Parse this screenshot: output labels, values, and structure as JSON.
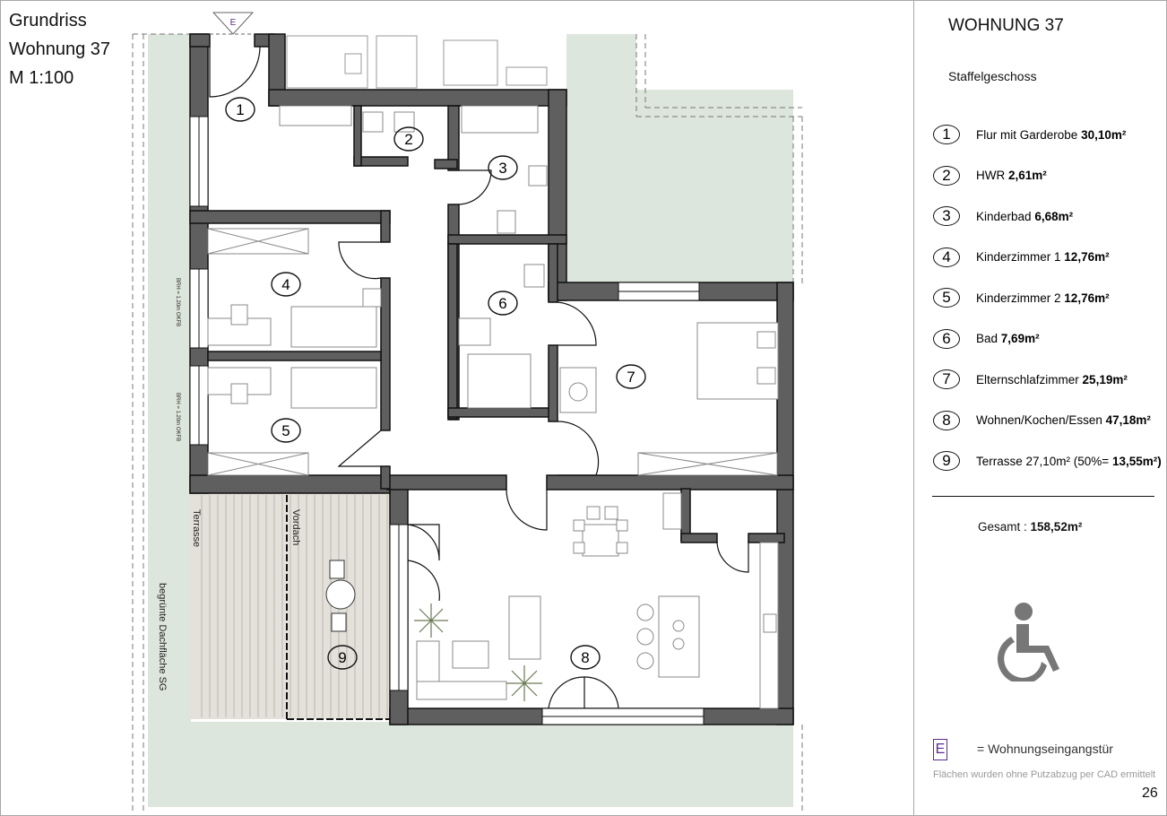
{
  "title": {
    "line1": "Grundriss",
    "line2": "Wohnung 37",
    "line3": "M 1:100"
  },
  "panel": {
    "heading": "WOHNUNG 37",
    "floor": "Staffelgeschoss",
    "rooms": [
      {
        "num": "1",
        "name": "Flur mit Garderobe",
        "area": "30,10m²"
      },
      {
        "num": "2",
        "name": "HWR",
        "area": "2,61m²"
      },
      {
        "num": "3",
        "name": "Kinderbad",
        "area": "6,68m²"
      },
      {
        "num": "4",
        "name": "Kinderzimmer 1",
        "area": "12,76m²"
      },
      {
        "num": "5",
        "name": "Kinderzimmer  2",
        "area": "12,76m²"
      },
      {
        "num": "6",
        "name": "Bad",
        "area": "7,69m²"
      },
      {
        "num": "7",
        "name": "Elternschlafzimmer",
        "area": "25,19m²"
      },
      {
        "num": "8",
        "name": "Wohnen/Kochen/Essen",
        "area": "47,18m²"
      },
      {
        "num": "9",
        "name": "Terrasse 27,10m² (50%=",
        "area": "13,55m²)"
      }
    ],
    "total_label": "Gesamt :",
    "total_value": "158,52m²",
    "accessibility_icon": "wheelchair-icon",
    "entry_symbol": "E",
    "entry_legend": "= Wohnungseingangstür",
    "footnote": "Flächen wurden ohne Putzabzug per CAD ermittelt",
    "page_number": "26"
  },
  "plan": {
    "entry_marker": "E",
    "terrace_label": "Terrasse",
    "canopy_label": "Vordach",
    "green_roof_label": "begrünte Dachfläche SG",
    "window_note": "BRH = 1.20m OKFB",
    "room_numbers": [
      "1",
      "2",
      "3",
      "4",
      "5",
      "6",
      "7",
      "8",
      "9"
    ]
  },
  "colors": {
    "wall": "#5f5f5f",
    "green": "#dde6dc",
    "terrace": "#e3e1d9",
    "accent": "#5a2a8a"
  }
}
